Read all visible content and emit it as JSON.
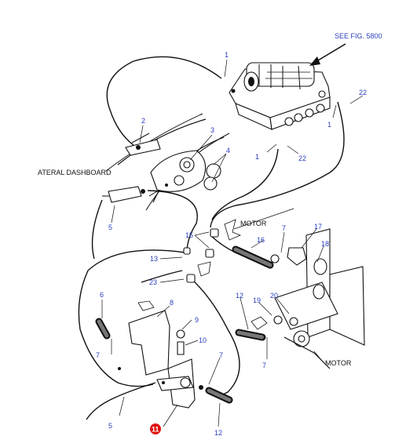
{
  "colors": {
    "callout_text": "#2a3ec0",
    "highlight_badge": "#e01010",
    "ink": "#111111"
  },
  "labels": {
    "see_fig": "SEE FIG. 5800",
    "dashboard": "ATERAL DASHBOARD",
    "motor_top": "MOTOR",
    "motor_bottom": "MOTOR"
  },
  "callouts": {
    "c1_top": "1",
    "c1_right": "1",
    "c1_mid": "1",
    "c2": "2",
    "c3": "3",
    "c4": "4",
    "c5_upper": "5",
    "c5_lower": "5",
    "c6": "6",
    "c7_left": "7",
    "c7_upper": "7",
    "c7_mid": "7",
    "c7_lower": "7",
    "c8": "8",
    "c9": "9",
    "c10": "10",
    "c11": "11",
    "c12_mid": "12",
    "c12_lower": "12",
    "c13": "13",
    "c15": "15",
    "c16": "16",
    "c17": "17",
    "c18": "18",
    "c19": "19",
    "c20": "20",
    "c22_right": "22",
    "c22_mid": "22",
    "c23": "23"
  }
}
